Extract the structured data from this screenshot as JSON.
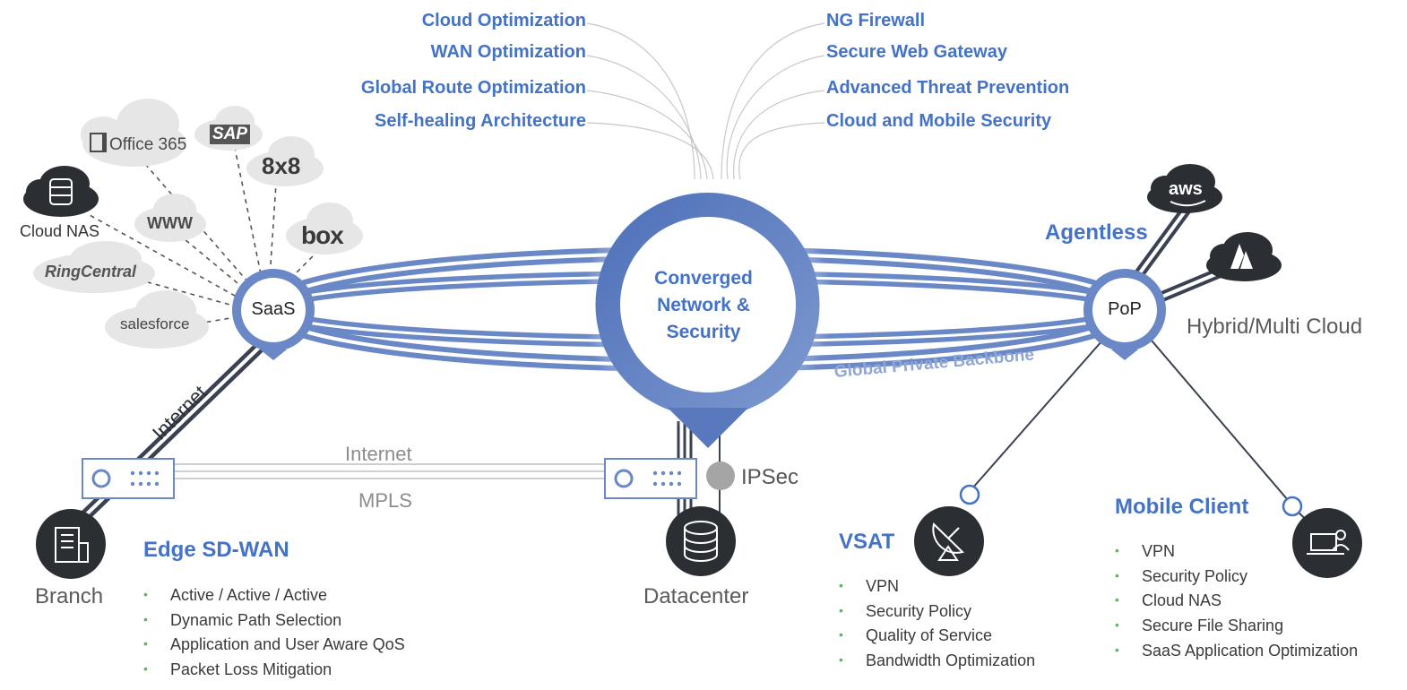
{
  "network_features": [
    "Cloud Optimization",
    "WAN Optimization",
    "Global Route Optimization",
    "Self-healing Architecture"
  ],
  "security_features": [
    "NG Firewall",
    "Secure Web Gateway",
    "Advanced Threat Prevention",
    "Cloud and Mobile Security"
  ],
  "center": {
    "line1": "Converged",
    "line2": "Network &",
    "line3": "Security"
  },
  "saas_node": "SaaS",
  "pop_node": "PoP",
  "saas_apps": {
    "office365": "Office 365",
    "sap": "SAP",
    "eightx8": "8x8",
    "www": "WWW",
    "box": "box",
    "cloud_nas": "Cloud NAS",
    "ringcentral": "RingCentral",
    "salesforce": "salesforce"
  },
  "cloud_providers": {
    "aws": "aws"
  },
  "labels": {
    "agentless": "Agentless",
    "hybrid": "Hybrid/Multi Cloud",
    "backbone": "Global Private Backbone",
    "internet_diag": "Internet",
    "internet_link": "Internet",
    "mpls": "MPLS",
    "ipsec": "IPSec",
    "branch": "Branch",
    "datacenter": "Datacenter"
  },
  "edge": {
    "title": "Edge SD-WAN",
    "items": [
      "Active / Active / Active",
      "Dynamic Path Selection",
      "Application and User Aware QoS",
      "Packet Loss Mitigation"
    ]
  },
  "vsat": {
    "title": "VSAT",
    "items": [
      "VPN",
      "Security Policy",
      "Quality of Service",
      "Bandwidth Optimization"
    ]
  },
  "mobile": {
    "title": "Mobile Client",
    "items": [
      "VPN",
      "Security Policy",
      "Cloud NAS",
      "Secure File Sharing",
      "SaaS Application Optimization"
    ]
  },
  "colors": {
    "accent": "#4472c4",
    "ring": "#5b7dbd",
    "dark": "#2b2f33",
    "cloud": "#e8e8e8",
    "bullet": "#5cb85c"
  }
}
